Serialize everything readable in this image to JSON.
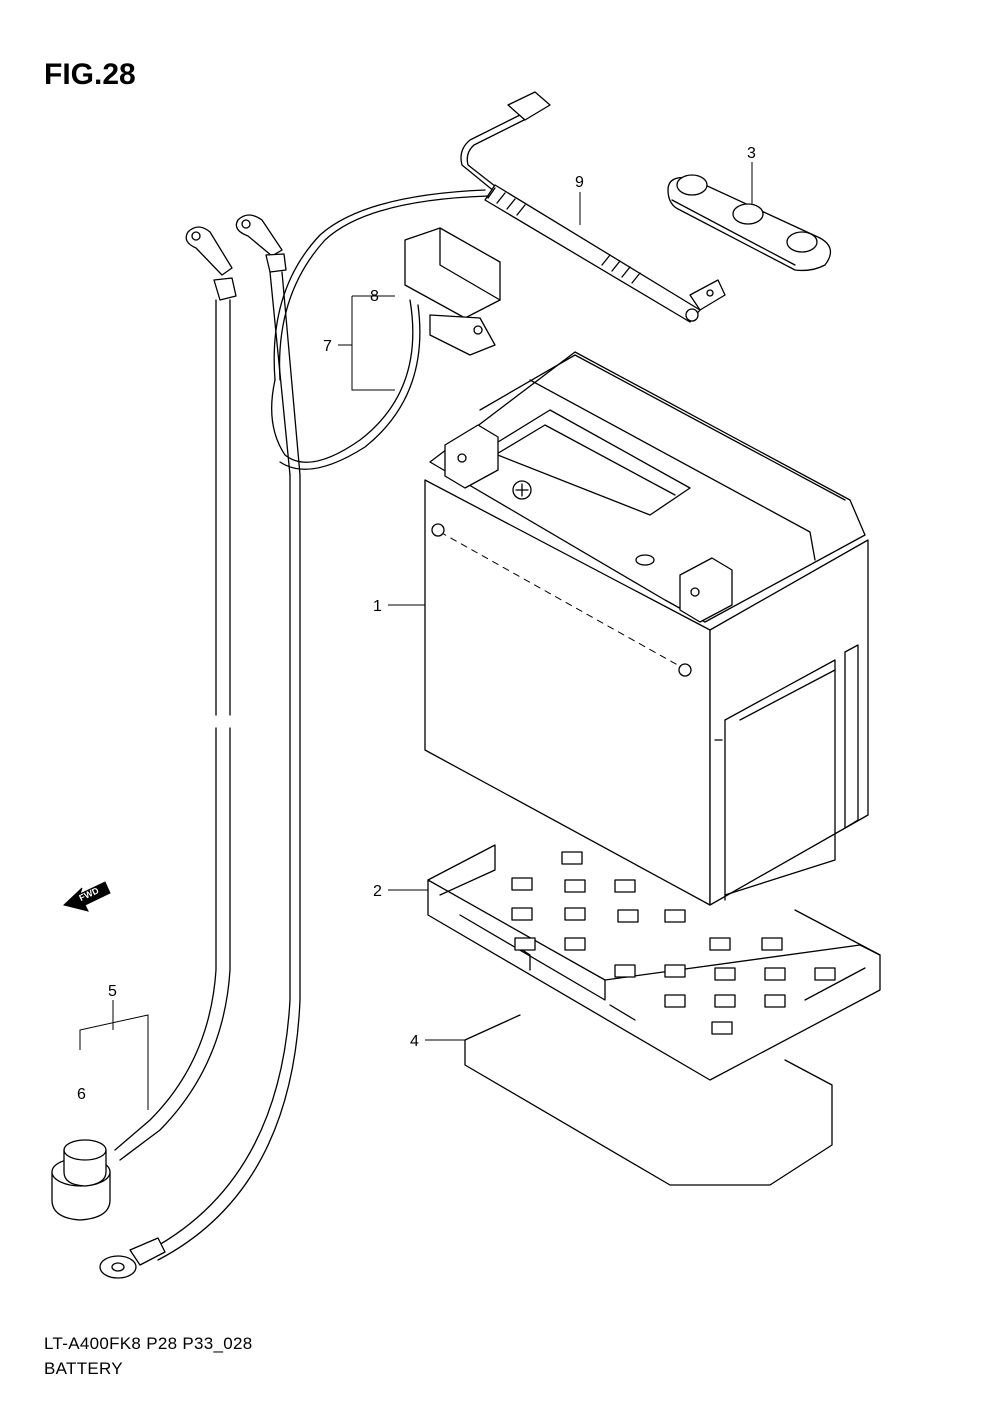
{
  "figure": {
    "title": "FIG.28"
  },
  "footer": {
    "code": "LT-A400FK8 P28 P33_028",
    "name": "BATTERY"
  },
  "direction_badge": {
    "label": "FWD"
  },
  "callouts": [
    {
      "id": "1",
      "label": "1"
    },
    {
      "id": "2",
      "label": "2"
    },
    {
      "id": "3",
      "label": "3"
    },
    {
      "id": "4",
      "label": "4"
    },
    {
      "id": "5",
      "label": "5"
    },
    {
      "id": "6",
      "label": "6"
    },
    {
      "id": "7",
      "label": "7"
    },
    {
      "id": "8",
      "label": "8"
    },
    {
      "id": "9",
      "label": "9"
    }
  ]
}
